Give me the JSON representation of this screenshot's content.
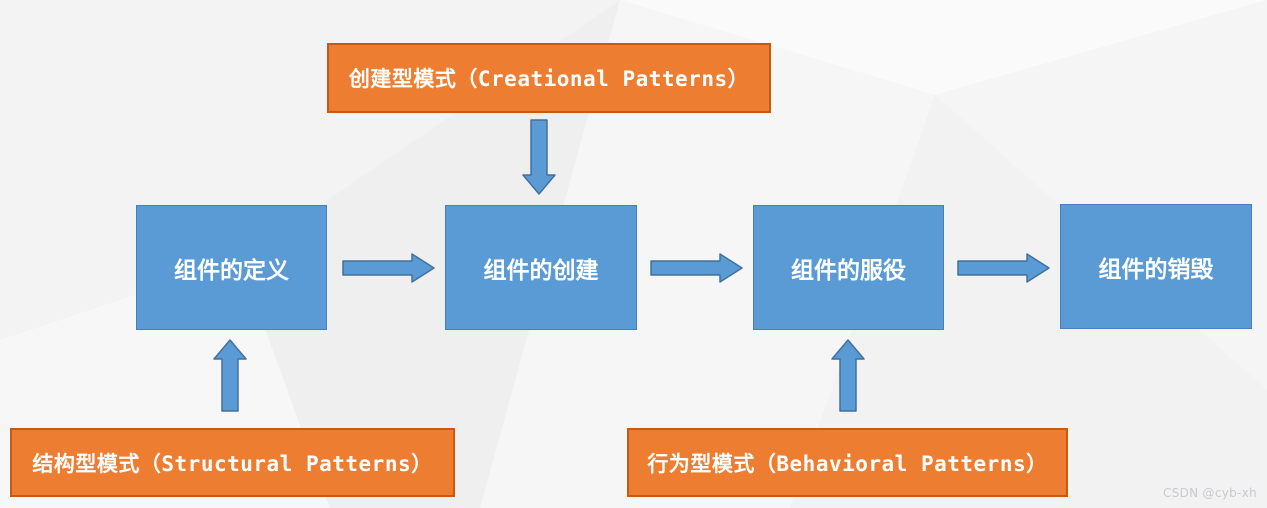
{
  "colors": {
    "background": "#efeff0",
    "blue-fill": "#5b9bd5",
    "blue-border": "#4a7ebb",
    "orange-fill": "#ed7d31",
    "orange-border": "#c55a11",
    "arrow-fill": "#5b9bd5",
    "arrow-border": "#41719c",
    "text": "#ffffff",
    "watermark": "#c9c9ce"
  },
  "diagram": {
    "pattern_groups": {
      "top": "创建型模式（Creational Patterns）",
      "bottom_left": "结构型模式（Structural Patterns）",
      "bottom_right": "行为型模式（Behavioral Patterns）"
    },
    "lifecycle_stages": [
      {
        "label": "组件的定义"
      },
      {
        "label": "组件的创建"
      },
      {
        "label": "组件的服役"
      },
      {
        "label": "组件的销毁"
      }
    ]
  },
  "watermark": {
    "text": "CSDN @cyb-xh"
  }
}
